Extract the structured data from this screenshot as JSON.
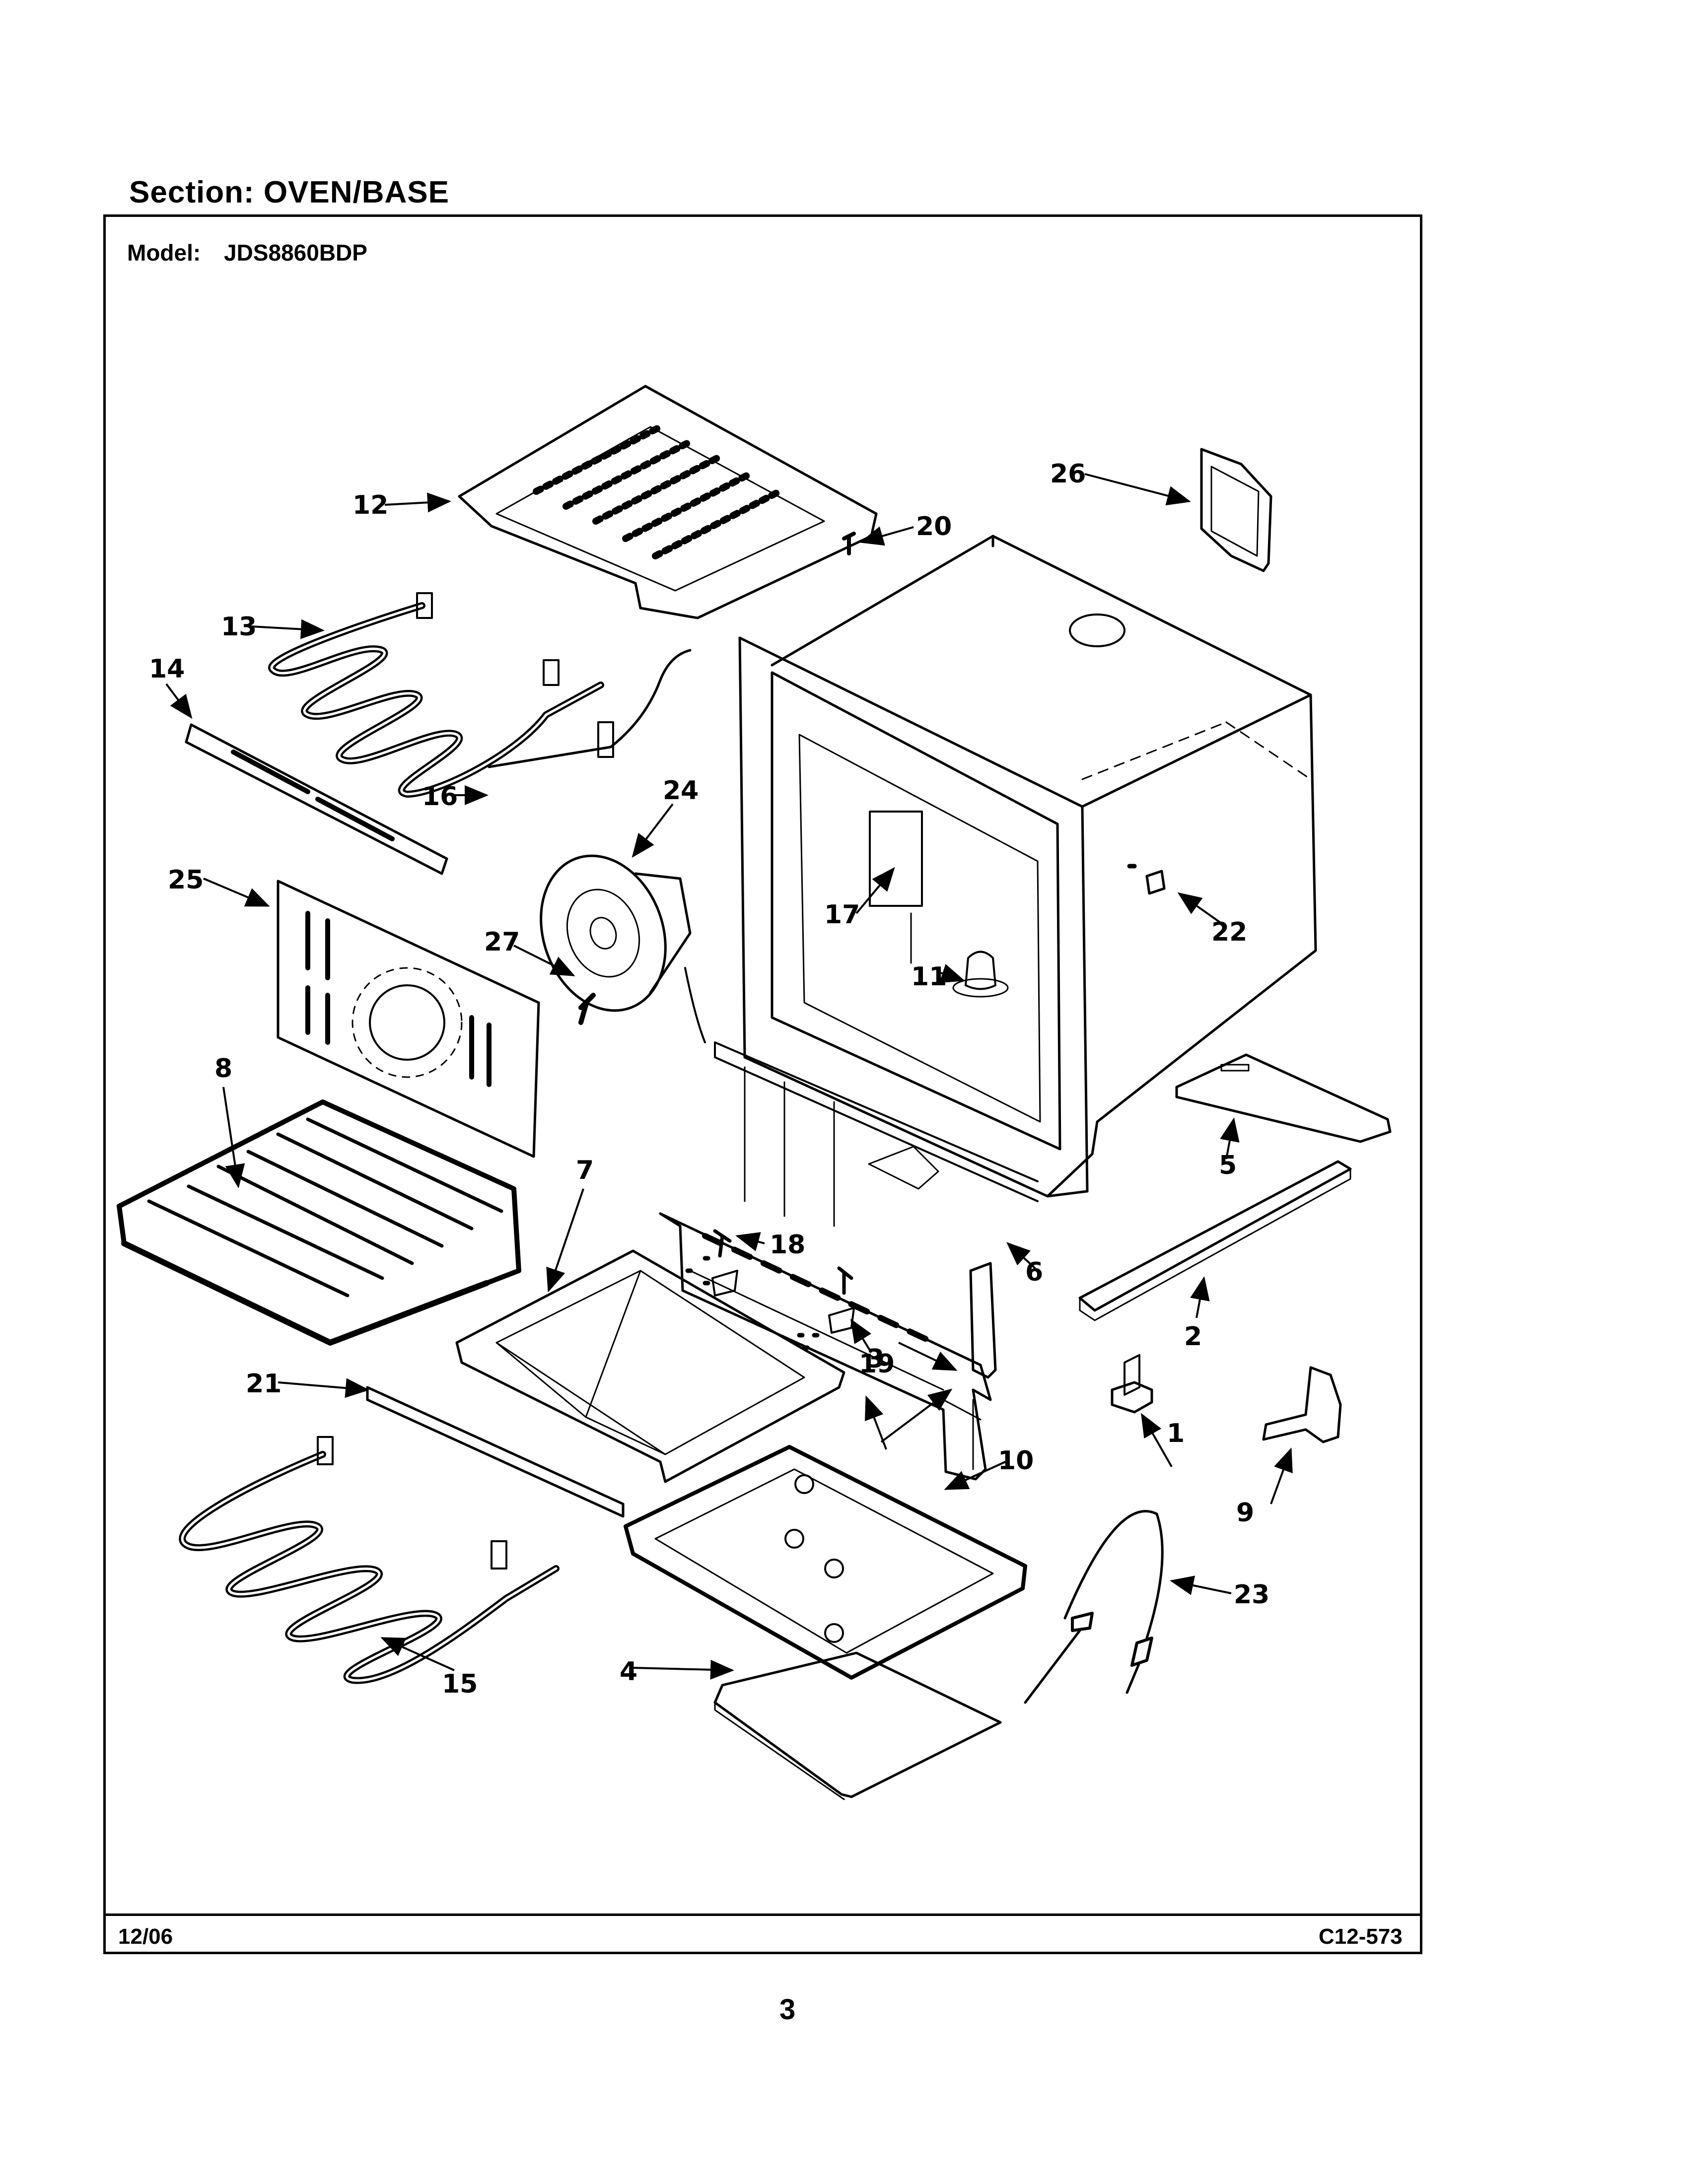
{
  "header": {
    "section_label": "Section:",
    "section_name": "OVEN/BASE",
    "model_label": "Model:",
    "model_number": "JDS8860BDP"
  },
  "footer": {
    "date": "12/06",
    "code": "C12-573"
  },
  "page_number": "3",
  "callouts": [
    "1",
    "2",
    "3",
    "4",
    "5",
    "6",
    "7",
    "8",
    "9",
    "10",
    "11",
    "12",
    "13",
    "14",
    "15",
    "16",
    "17",
    "18",
    "19",
    "20",
    "21",
    "22",
    "23",
    "24",
    "25",
    "26",
    "27"
  ]
}
